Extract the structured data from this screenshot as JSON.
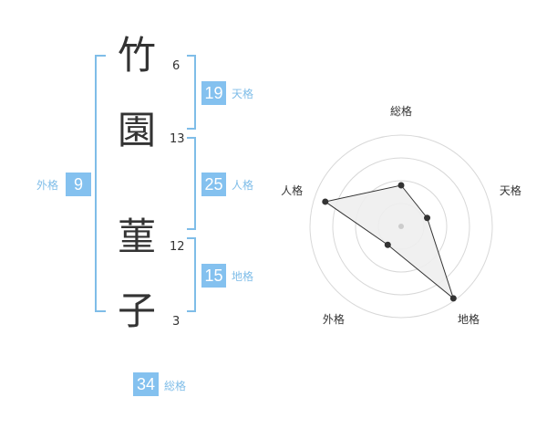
{
  "name": {
    "chars": [
      {
        "char": "竹",
        "strokes": "6"
      },
      {
        "char": "園",
        "strokes": "13"
      },
      {
        "char": "菫",
        "strokes": "12"
      },
      {
        "char": "子",
        "strokes": "3"
      }
    ]
  },
  "kaku": {
    "tenkaku": {
      "value": "19",
      "label": "天格"
    },
    "jinkaku": {
      "value": "25",
      "label": "人格"
    },
    "chikaku": {
      "value": "15",
      "label": "地格"
    },
    "gaikaku": {
      "value": "9",
      "label": "外格"
    },
    "soukaku": {
      "value": "34",
      "label": "総格"
    }
  },
  "colors": {
    "accent": "#84c1ef",
    "bracket": "#7fbde8",
    "text": "#333333"
  },
  "chart_data": {
    "type": "radar",
    "axes": [
      "総格",
      "天格",
      "地格",
      "外格",
      "人格"
    ],
    "rings": 4,
    "values": [
      1.8,
      1.2,
      3.9,
      1.0,
      3.5
    ],
    "max": 4
  }
}
